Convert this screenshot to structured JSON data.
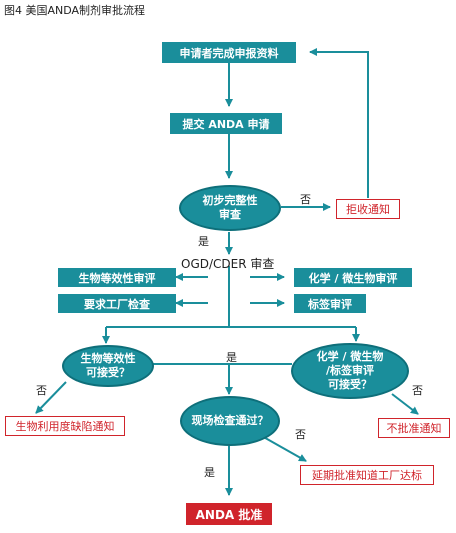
{
  "caption": "图4 美国ANDA制剂审批流程",
  "steps": {
    "submit_materials": "申请者完成申报资料",
    "submit_anda": "提交 ANDA 申请",
    "initial_review": [
      "初步完整性",
      "审查"
    ],
    "reject_notice": "拒收通知",
    "ogd_cder": "OGD/CDER 审查",
    "bio_review": "生物等效性审评",
    "factory_inspection": "要求工厂检查",
    "chem_micro_review": "化学 / 微生物审评",
    "label_review": "标签审评",
    "bio_acceptable": [
      "生物等效性",
      "可接受？"
    ],
    "chem_acceptable": [
      "化学 / 微生物",
      "/标签审评",
      "可接受？"
    ],
    "site_pass": "现场检查通过？",
    "bio_deficiency": "生物利用度缺陷通知",
    "not_approved": "不批准通知",
    "delay_approval": "延期批准知道工厂达标",
    "anda_approval": "ANDA 批准"
  },
  "labels": {
    "yes": "是",
    "no": "否"
  },
  "colors": {
    "teal": "#1a8e9b",
    "red": "#d0242b"
  }
}
